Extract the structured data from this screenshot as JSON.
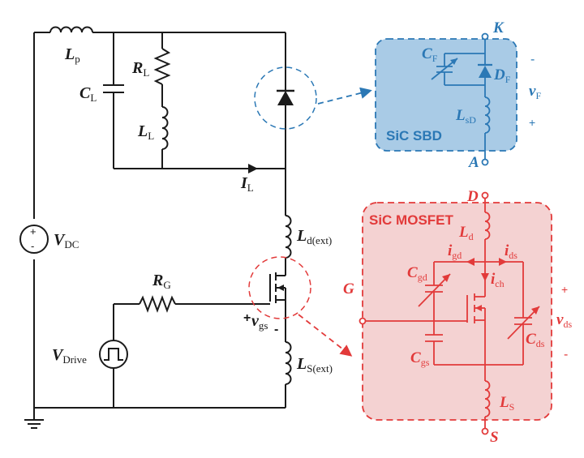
{
  "colors": {
    "black": "#1a1a1a",
    "blue": "#2b78b5",
    "blue_fill": "#a9cbe6",
    "red": "#e23a3a",
    "red_fill": "#f4d2d2"
  },
  "main": {
    "Lp": {
      "sym": "L",
      "sub": "p"
    },
    "CL": {
      "sym": "C",
      "sub": "L"
    },
    "RL": {
      "sym": "R",
      "sub": "L"
    },
    "LL": {
      "sym": "L",
      "sub": "L"
    },
    "IL": {
      "sym": "I",
      "sub": "L"
    },
    "VDC": {
      "sym": "V",
      "sub": "DC"
    },
    "Ldext": {
      "sym": "L",
      "sub": "d(ext)"
    },
    "RG": {
      "sym": "R",
      "sub": "G"
    },
    "vgs": {
      "sym": "v",
      "sub": "gs"
    },
    "VDrive": {
      "sym": "V",
      "sub": "Drive"
    },
    "LSext": {
      "sym": "L",
      "sub": "S(ext)"
    },
    "plus": "+",
    "minus": "-"
  },
  "sbd": {
    "title": "SiC SBD",
    "K": "K",
    "A": "A",
    "CF": {
      "sym": "C",
      "sub": "F"
    },
    "DF": {
      "sym": "D",
      "sub": "F"
    },
    "LsD": {
      "sym": "L",
      "sub": "sD"
    },
    "vF": {
      "sym": "v",
      "sub": "F"
    },
    "plus": "+",
    "minus": "-"
  },
  "mosfet": {
    "title": "SiC MOSFET",
    "D": "D",
    "G": "G",
    "S": "S",
    "Ld": {
      "sym": "L",
      "sub": "d"
    },
    "igd": {
      "sym": "i",
      "sub": "gd"
    },
    "ids": {
      "sym": "i",
      "sub": "ds"
    },
    "ich": {
      "sym": "i",
      "sub": "ch"
    },
    "Cgd": {
      "sym": "C",
      "sub": "gd"
    },
    "Cgs": {
      "sym": "C",
      "sub": "gs"
    },
    "Cds": {
      "sym": "C",
      "sub": "ds"
    },
    "vds": {
      "sym": "v",
      "sub": "ds"
    },
    "Ls": {
      "sym": "L",
      "sub": "S"
    },
    "plus": "+",
    "minus": "-"
  }
}
